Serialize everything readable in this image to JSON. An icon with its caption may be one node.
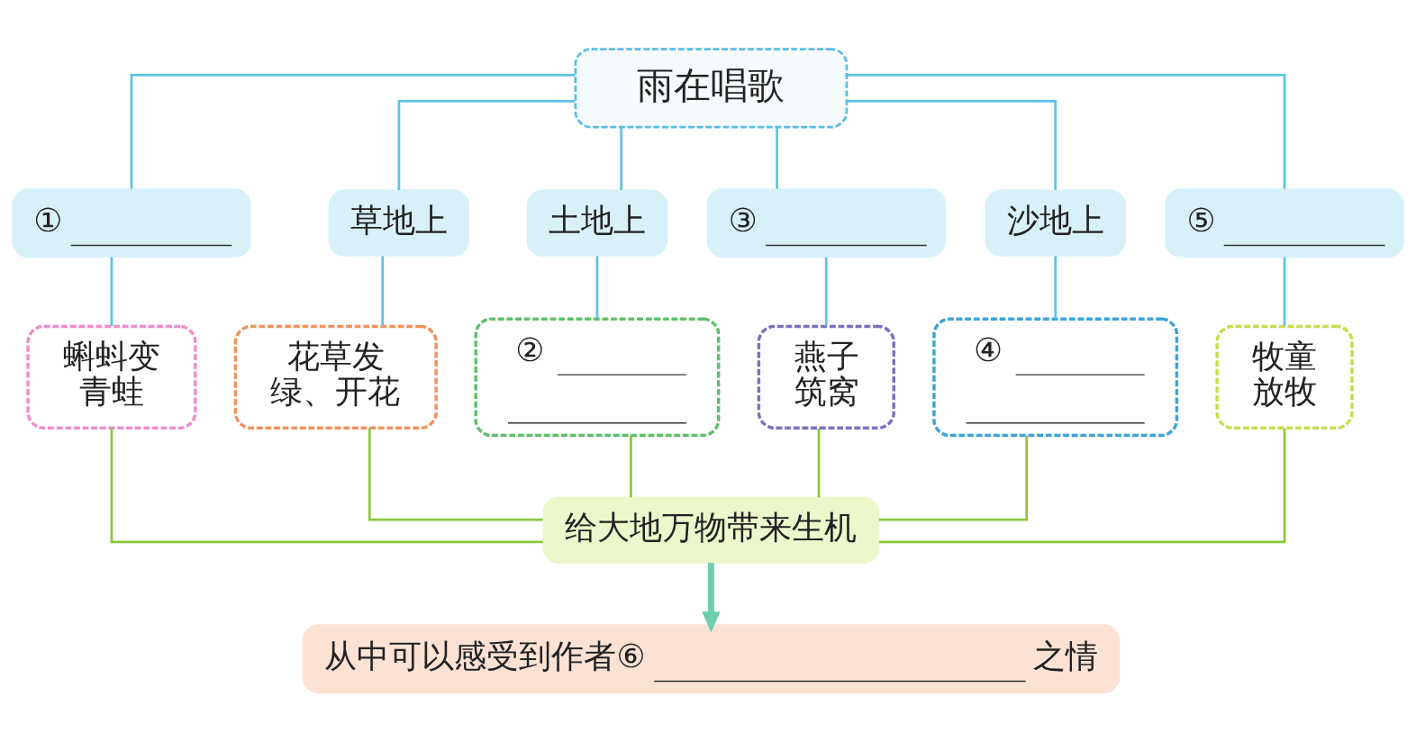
{
  "diagram": {
    "nodes": [
      {
        "text": [
          "雨在唱歌"
        ]
      },
      {
        "text": [
          "①"
        ]
      },
      {
        "text": [
          "草地上"
        ]
      },
      {
        "text": [
          "土地上"
        ]
      },
      {
        "text": [
          "③"
        ]
      },
      {
        "text": [
          "沙地上"
        ]
      },
      {
        "text": [
          "⑤"
        ]
      },
      {
        "text": [
          "蝌蚪变青蛙"
        ]
      },
      {
        "text": [
          "花草发绿、开花"
        ]
      },
      {
        "text": [
          "②"
        ]
      },
      {
        "text": [
          "燕子筑窝"
        ]
      },
      {
        "text": [
          "④"
        ]
      },
      {
        "text": [
          "牧童放牧"
        ]
      },
      {
        "text": [
          "给大地万物带来生机"
        ]
      },
      {
        "text": [
          "从中可以感受到作者⑥",
          "之情"
        ]
      }
    ],
    "edges": [
      {
        "from": 0,
        "to": 1,
        "arrow": "none"
      },
      {
        "from": 0,
        "to": 2,
        "arrow": "none"
      },
      {
        "from": 0,
        "to": 3,
        "arrow": "none"
      },
      {
        "from": 0,
        "to": 4,
        "arrow": "none"
      },
      {
        "from": 0,
        "to": 5,
        "arrow": "none"
      },
      {
        "from": 0,
        "to": 6,
        "arrow": "none"
      },
      {
        "from": 1,
        "to": 7,
        "arrow": "none"
      },
      {
        "from": 2,
        "to": 8,
        "arrow": "none"
      },
      {
        "from": 3,
        "to": 9,
        "arrow": "none"
      },
      {
        "from": 4,
        "to": 10,
        "arrow": "none"
      },
      {
        "from": 5,
        "to": 11,
        "arrow": "none"
      },
      {
        "from": 6,
        "to": 12,
        "arrow": "none"
      },
      {
        "from": 7,
        "to": 13,
        "arrow": "none",
        "color": "#8cc63f"
      },
      {
        "from": 8,
        "to": 13,
        "arrow": "none",
        "color": "#8cc63f"
      },
      {
        "from": 9,
        "to": 13,
        "arrow": "none",
        "color": "#8cc63f"
      },
      {
        "from": 10,
        "to": 13,
        "arrow": "none",
        "color": "#8cc63f"
      },
      {
        "from": 11,
        "to": 13,
        "arrow": "none",
        "color": "#8cc63f"
      },
      {
        "from": 12,
        "to": 13,
        "arrow": "none",
        "color": "#8cc63f"
      },
      {
        "from": 13,
        "to": 14,
        "arrow": "to",
        "style": "thick",
        "color": "#6dcfae"
      }
    ]
  }
}
